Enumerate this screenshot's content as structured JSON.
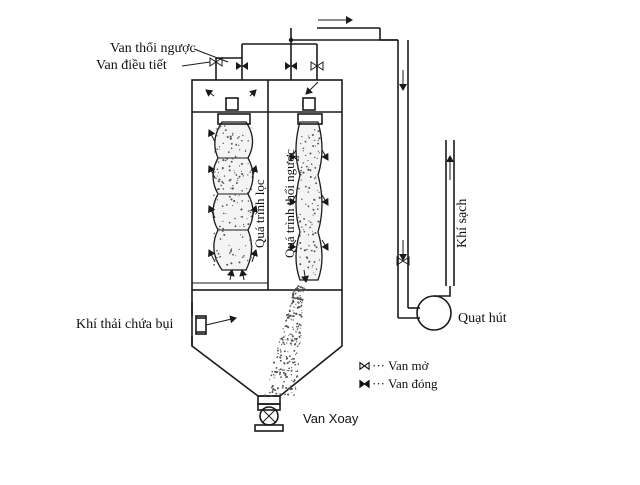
{
  "labels": {
    "reverse_blow_valve": "Van thổi ngược",
    "control_valve": "Van điều tiết",
    "filtering_process": "Quá trình lọc",
    "reverse_blow_process": "Quá trình thổi ngược",
    "clean_air": "Khí sạch",
    "suction_fan": "Quạt hút",
    "dusty_exhaust": "Khí thải chứa bụi",
    "rotary_valve": "Van Xoay"
  },
  "legend": {
    "open_symbol": "⋈",
    "open_label": "··· Van mở",
    "closed_symbol": "⧓",
    "closed_label": "··· Van đóng"
  },
  "colors": {
    "line": "#1a1a1a",
    "background": "#ffffff"
  }
}
